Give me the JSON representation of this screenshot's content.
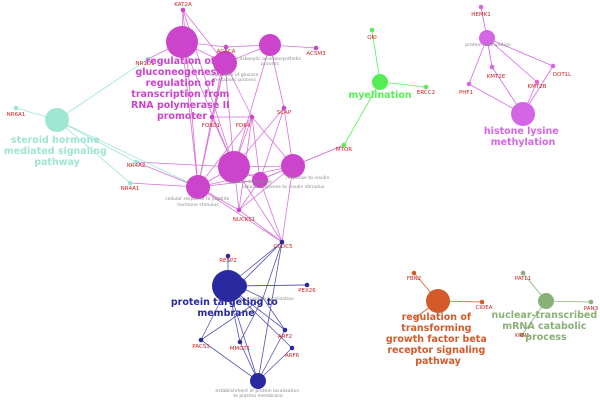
{
  "colors": {
    "magenta": "#cc44cc",
    "teal": "#9ee6d2",
    "green": "#55ee55",
    "violet": "#d466e6",
    "navy": "#2a2aa0",
    "orange": "#d45a2a",
    "sage": "#88b077",
    "gene_text": "#cc2222"
  },
  "cluster_labels": [
    {
      "id": "c1",
      "color": "magenta",
      "lines": [
        "regulation of",
        "gluconeogenesis",
        "regulation of",
        "transcription from",
        "RNA polymerase II",
        "promoter"
      ]
    },
    {
      "id": "c2",
      "color": "teal",
      "lines": [
        "steroid hormone",
        "mediated signaling",
        "pathway"
      ]
    },
    {
      "id": "c3",
      "color": "green",
      "lines": [
        "myelination"
      ]
    },
    {
      "id": "c4",
      "color": "violet",
      "lines": [
        "histone lysine",
        "methylation"
      ]
    },
    {
      "id": "c5",
      "color": "navy",
      "lines": [
        "protein targeting to",
        "membrane"
      ]
    },
    {
      "id": "c6",
      "color": "orange",
      "lines": [
        "regulation of",
        "transforming",
        "growth factor beta",
        "receptor signaling",
        "pathway"
      ]
    },
    {
      "id": "c7",
      "color": "sage",
      "lines": [
        "nuclear-transcribed",
        "mRNA catabolic",
        "process"
      ]
    }
  ],
  "term_labels": [
    {
      "id": "t1",
      "lines": [
        "carboxylic acid biosynthetic",
        "process"
      ]
    },
    {
      "id": "t2",
      "lines": [
        "regulation of glucose",
        "metabolic process"
      ]
    },
    {
      "id": "t3",
      "lines": [
        "cellular response to peptide",
        "hormone stimulus"
      ]
    },
    {
      "id": "t4",
      "lines": [
        "response to insulin"
      ]
    },
    {
      "id": "t5",
      "lines": [
        "cellular response to insulin stimulus"
      ]
    },
    {
      "id": "t6",
      "lines": [
        "response to peptide"
      ]
    },
    {
      "id": "t7",
      "lines": [
        "protein methylation"
      ]
    },
    {
      "id": "t8",
      "lines": [
        "protein localization"
      ]
    },
    {
      "id": "t9",
      "lines": [
        "establishment of protein localization",
        "to plasma membrane"
      ]
    }
  ],
  "genes": [
    {
      "id": "KAT2A",
      "label": "KAT2A"
    },
    {
      "id": "ACACA",
      "label": "ACACA"
    },
    {
      "id": "ACSM3",
      "label": "ACSM3"
    },
    {
      "id": "NR1D1",
      "label": "NR1D1"
    },
    {
      "id": "FOXO1",
      "label": "FOXO1"
    },
    {
      "id": "PDK4",
      "label": "PDK4"
    },
    {
      "id": "SCAP",
      "label": "SCAP"
    },
    {
      "id": "NR4A2",
      "label": "NR4A2"
    },
    {
      "id": "NR4A1",
      "label": "NR4A1"
    },
    {
      "id": "NUCKS1",
      "label": "NUCKS1"
    },
    {
      "id": "NR6A1",
      "label": "NR6A1"
    },
    {
      "id": "QKI",
      "label": "QKI"
    },
    {
      "id": "ERCC2",
      "label": "ERCC2"
    },
    {
      "id": "MTOR",
      "label": "MTOR"
    },
    {
      "id": "HEMK1",
      "label": "HEMK1"
    },
    {
      "id": "KMT2E",
      "label": "KMT2E"
    },
    {
      "id": "DOT1L",
      "label": "DOT1L"
    },
    {
      "id": "PHF1",
      "label": "PHF1"
    },
    {
      "id": "KMT2B",
      "label": "KMT2B"
    },
    {
      "id": "CCDC5",
      "label": "CCDC5"
    },
    {
      "id": "RESP2",
      "label": "RESP2"
    },
    {
      "id": "PEX26",
      "label": "PEX26"
    },
    {
      "id": "PACS1",
      "label": "PACS1"
    },
    {
      "id": "MMGT1",
      "label": "MMGT1"
    },
    {
      "id": "ARF6",
      "label": "ARF6"
    },
    {
      "id": "ARF2",
      "label": "ARF2"
    },
    {
      "id": "FBN2",
      "label": "FBN2"
    },
    {
      "id": "CIDEA",
      "label": "CIDEA"
    },
    {
      "id": "PATL1",
      "label": "PATL1"
    },
    {
      "id": "PAN3",
      "label": "PAN3"
    },
    {
      "id": "XRN1",
      "label": "XRN1"
    }
  ]
}
